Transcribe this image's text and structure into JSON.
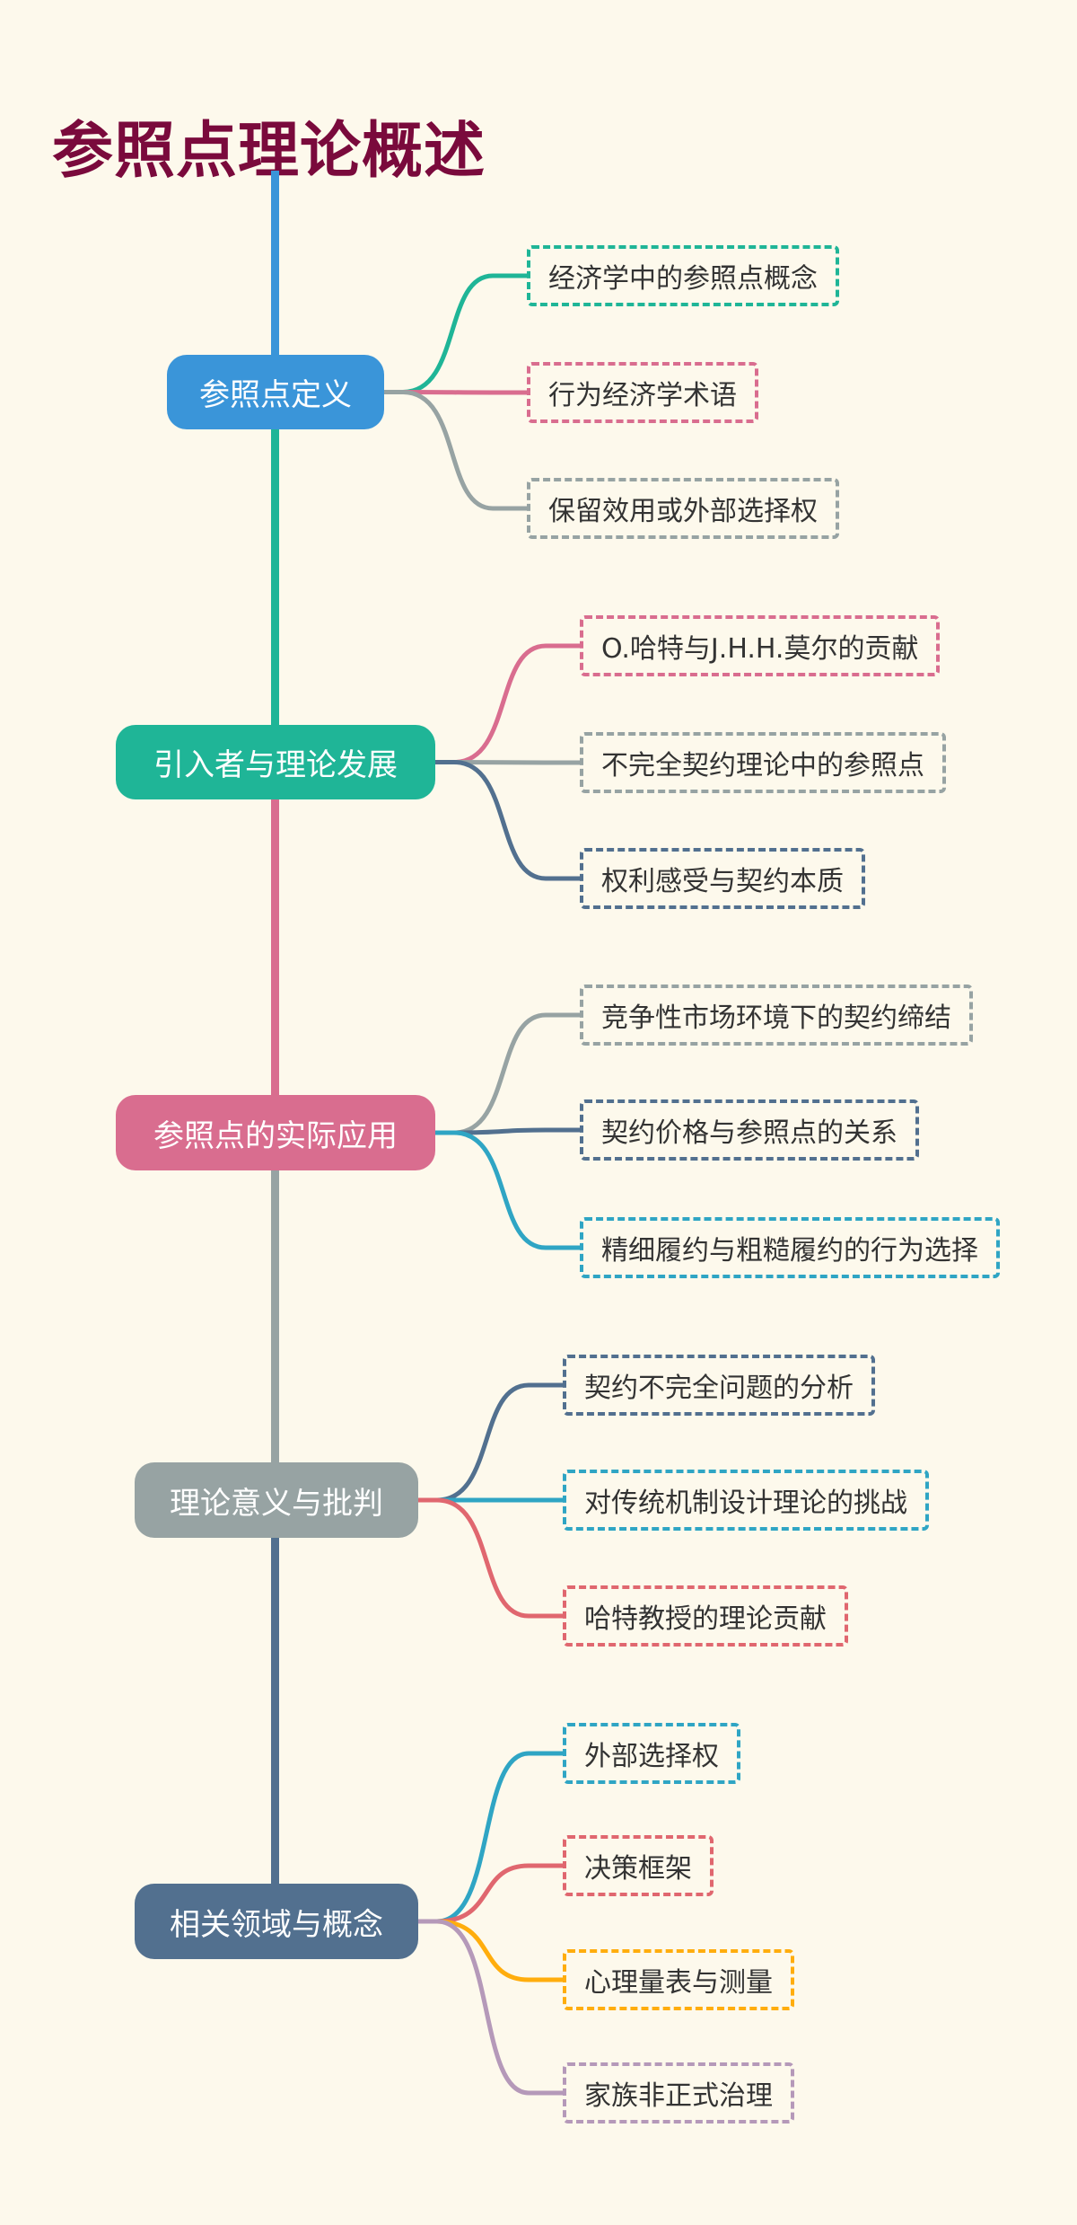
{
  "title": "参照点理论概述",
  "colors": {
    "blue": "#3a95d9",
    "teal": "#1fb597",
    "pink": "#d96d8f",
    "gray": "#97a3a3",
    "slate": "#52708f",
    "cyan": "#2fa5c4",
    "red": "#e0676f",
    "orange": "#ffad0d",
    "purple": "#b599b9"
  },
  "branches": [
    {
      "label": "参照点定义",
      "color": "#3a95d9",
      "children": [
        {
          "label": "经济学中的参照点概念",
          "color": "#1fb597"
        },
        {
          "label": "行为经济学术语",
          "color": "#d96d8f"
        },
        {
          "label": "保留效用或外部选择权",
          "color": "#97a3a3"
        }
      ]
    },
    {
      "label": "引入者与理论发展",
      "color": "#1fb597",
      "children": [
        {
          "label": "O.哈特与J.H.H.莫尔的贡献",
          "color": "#d96d8f"
        },
        {
          "label": "不完全契约理论中的参照点",
          "color": "#97a3a3"
        },
        {
          "label": "权利感受与契约本质",
          "color": "#52708f"
        }
      ]
    },
    {
      "label": "参照点的实际应用",
      "color": "#d96d8f",
      "children": [
        {
          "label": "竞争性市场环境下的契约缔结",
          "color": "#97a3a3"
        },
        {
          "label": "契约价格与参照点的关系",
          "color": "#52708f"
        },
        {
          "label": "精细履约与粗糙履约的行为选择",
          "color": "#2fa5c4"
        }
      ]
    },
    {
      "label": "理论意义与批判",
      "color": "#97a3a3",
      "children": [
        {
          "label": "契约不完全问题的分析",
          "color": "#52708f"
        },
        {
          "label": "对传统机制设计理论的挑战",
          "color": "#2fa5c4"
        },
        {
          "label": "哈特教授的理论贡献",
          "color": "#e0676f"
        }
      ]
    },
    {
      "label": "相关领域与概念",
      "color": "#52708f",
      "children": [
        {
          "label": "外部选择权",
          "color": "#2fa5c4"
        },
        {
          "label": "决策框架",
          "color": "#e0676f"
        },
        {
          "label": "心理量表与测量",
          "color": "#ffad0d"
        },
        {
          "label": "家族非正式治理",
          "color": "#b599b9"
        }
      ]
    }
  ]
}
